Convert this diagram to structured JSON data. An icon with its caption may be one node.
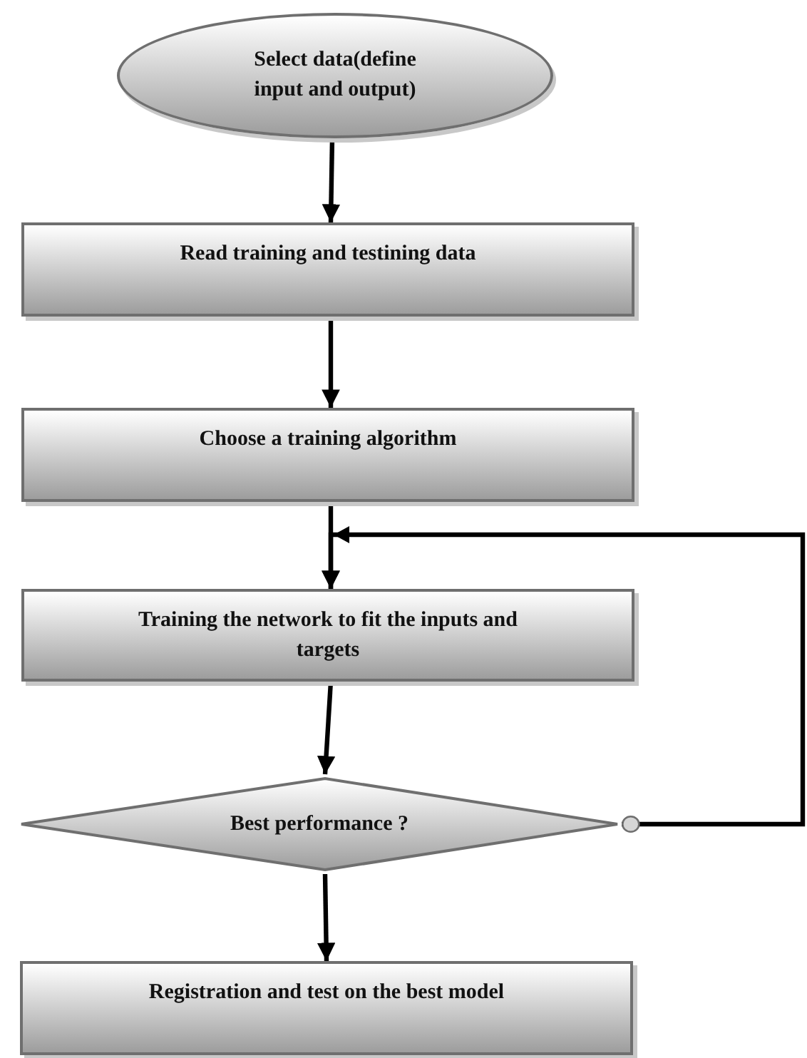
{
  "diagram": {
    "nodes": [
      {
        "text": [
          "Select data(define input and output)"
        ]
      },
      {
        "text": [
          "Read training and testining data"
        ]
      },
      {
        "text": [
          "Choose a training algorithm"
        ]
      },
      {
        "text": [
          "Training the network to fit the inputs and targets"
        ]
      },
      {
        "text": [
          "Best performance ?"
        ]
      },
      {
        "text": [
          "Registration and test on the best model"
        ]
      }
    ],
    "edges": [
      {
        "from": 0,
        "to": 1,
        "arrow": "to"
      },
      {
        "from": 1,
        "to": 2,
        "arrow": "to"
      },
      {
        "from": 2,
        "to": 3,
        "arrow": "to"
      },
      {
        "from": 3,
        "to": 4,
        "arrow": "to"
      },
      {
        "from": 4,
        "to": 5,
        "arrow": "to"
      },
      {
        "from": 4,
        "to": 3,
        "arrow": "to"
      }
    ]
  }
}
